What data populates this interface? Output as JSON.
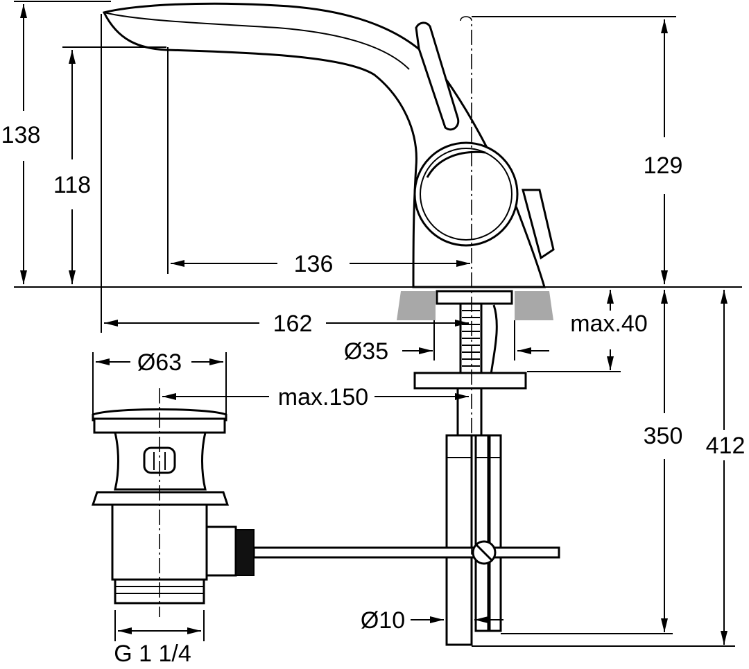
{
  "dimensions": {
    "height_138": "138",
    "height_118": "118",
    "reach_136": "136",
    "height_129": "129",
    "length_162": "162",
    "max_40": "max.40",
    "dia_35": "Ø35",
    "dia_63": "Ø63",
    "max_150": "max.150",
    "length_350": "350",
    "length_412": "412",
    "dia_10": "Ø10",
    "thread": "G 1 1/4"
  },
  "colors": {
    "line": "#000000",
    "countertop": "#a8a8a8",
    "background": "#ffffff"
  }
}
